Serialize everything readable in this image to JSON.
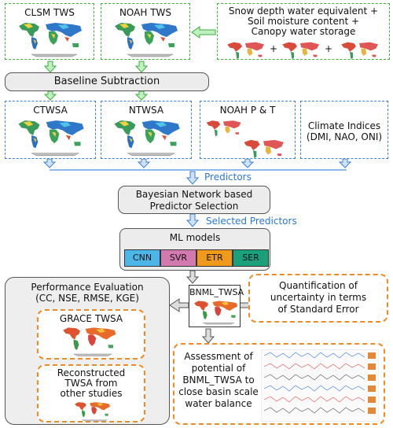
{
  "top": {
    "clsm_tws": "CLSM TWS",
    "noah_tws": "NOAH TWS",
    "noah_inputs_lines": [
      "Snow depth water equivalent +",
      "Soil moisture content +",
      "Canopy water storage"
    ],
    "plus": "+"
  },
  "baseline": "Baseline Subtraction",
  "row2": {
    "ctwsa": "CTWSA",
    "ntwsa": "NTWSA",
    "noah_pt": "NOAH P & T",
    "climate_lines": [
      "Climate Indices",
      "(DMI, NAO, ONI)"
    ]
  },
  "predictors_label": "Predictors",
  "bayes_lines": [
    "Bayesian Network based",
    "Predictor  Selection"
  ],
  "selected_label": "Selected Predictors",
  "ml": {
    "title": "ML models",
    "models": [
      {
        "name": "CNN",
        "color": "#4db6e8"
      },
      {
        "name": "SVR",
        "color": "#d27ab0"
      },
      {
        "name": "ETR",
        "color": "#ef9a1a"
      },
      {
        "name": "SER",
        "color": "#1aa07a"
      }
    ]
  },
  "perf": {
    "title_lines": [
      "Performance Evaluation",
      "(CC, NSE, RMSE, KGE)"
    ],
    "grace": "GRACE TWSA",
    "recon_lines": [
      "Reconstructed",
      "TWSA from",
      "other studies"
    ]
  },
  "bnml": "BNML_TWSA",
  "uncert_lines": [
    "Quantification of",
    "uncertainty in terms",
    "of Standard Error"
  ],
  "assess_lines": [
    "Assessment of",
    "potential of",
    "BNML_TWSA to",
    "close basin scale",
    "water balance"
  ],
  "colors": {
    "green_border": "#3fae3f",
    "blue_border": "#3b7fd6",
    "orange_border": "#f08a24",
    "arrow_green": "#7ccf7c",
    "arrow_blue": "#6aa4e8"
  }
}
